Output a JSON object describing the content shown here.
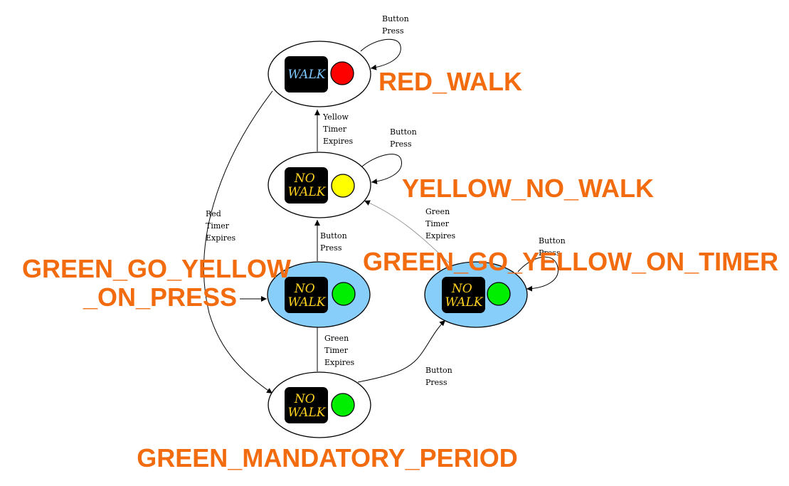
{
  "colors": {
    "state_label": "#f26b0f",
    "highlight_fill": "#87cefa",
    "node_fill": "#ffffff",
    "walk_text": "#7ec8ff",
    "no_walk_text": "#ffd21f",
    "red": "#ff0000",
    "yellow": "#ffff00",
    "green": "#00ee00"
  },
  "states": {
    "red_walk": {
      "label": "RED_WALK",
      "sign_lines": [
        "WALK"
      ],
      "light": "red",
      "highlighted": false
    },
    "yellow_no_walk": {
      "label": "YELLOW_NO_WALK",
      "sign_lines": [
        "NO",
        "WALK"
      ],
      "light": "yellow",
      "highlighted": false
    },
    "green_go_yellow_on_press": {
      "label_lines": [
        "GREEN_GO_YELLOW",
        "_ON_PRESS"
      ],
      "sign_lines": [
        "NO",
        "WALK"
      ],
      "light": "green",
      "highlighted": true
    },
    "green_go_yellow_on_timer": {
      "label": "GREEN_GO_YELLOW_ON_TIMER",
      "sign_lines": [
        "NO",
        "WALK"
      ],
      "light": "green",
      "highlighted": true
    },
    "green_mandatory_period": {
      "label": "GREEN_MANDATORY_PERIOD",
      "sign_lines": [
        "NO",
        "WALK"
      ],
      "light": "green",
      "highlighted": false
    }
  },
  "transitions": {
    "red_walk_self": {
      "label_lines": [
        "Button",
        "Press"
      ]
    },
    "yellow_to_red": {
      "label_lines": [
        "Yellow",
        "Timer",
        "Expires"
      ]
    },
    "yellow_self": {
      "label_lines": [
        "Button",
        "Press"
      ]
    },
    "red_to_green_mandatory": {
      "label_lines": [
        "Red",
        "Timer",
        "Expires"
      ]
    },
    "on_press_to_yellow": {
      "label_lines": [
        "Button",
        "Press"
      ]
    },
    "on_timer_to_yellow": {
      "label_lines": [
        "Green",
        "Timer",
        "Expires"
      ]
    },
    "on_timer_self": {
      "label_lines": [
        "Button",
        "Press"
      ]
    },
    "mandatory_to_on_press": {
      "label_lines": [
        "Green",
        "Timer",
        "Expires"
      ]
    },
    "mandatory_to_on_timer": {
      "label_lines": [
        "Button",
        "Press"
      ]
    }
  }
}
